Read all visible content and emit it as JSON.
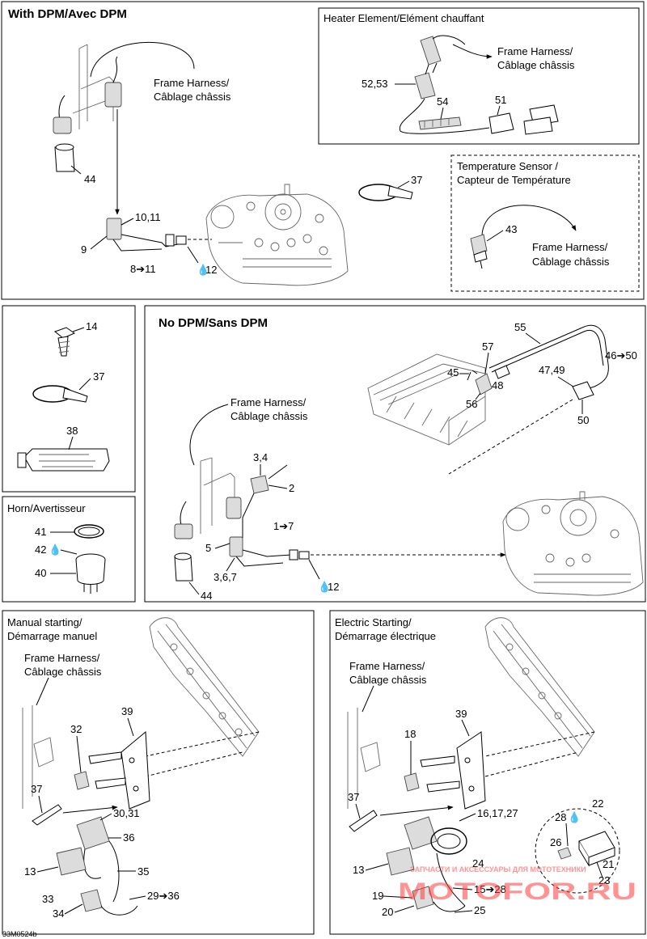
{
  "sections": {
    "dpm": {
      "title": "With DPM/Avec DPM",
      "frame_harness": [
        "Frame Harness/",
        "Câblage châssis"
      ],
      "labels": {
        "p44": "44",
        "p10_11": "10,11",
        "p9": "9",
        "p8_11": "8➔11",
        "p12": "12",
        "p37": "37"
      }
    },
    "heater": {
      "title": "Heater Element/Elément chauffant",
      "frame_harness": [
        "Frame Harness/",
        "Câblage châssis"
      ],
      "labels": {
        "p52_53": "52,53",
        "p54": "54",
        "p51": "51"
      }
    },
    "temp": {
      "title": [
        "Temperature Sensor /",
        "Capteur de Température"
      ],
      "frame_harness": [
        "Frame Harness/",
        "Câblage châssis"
      ],
      "labels": {
        "p43": "43"
      }
    },
    "parts": {
      "labels": {
        "p14": "14",
        "p37": "37",
        "p38": "38"
      }
    },
    "horn": {
      "title": "Horn/Avertisseur",
      "labels": {
        "p41": "41",
        "p42": "42",
        "p40": "40"
      }
    },
    "nodpm": {
      "title": "No DPM/Sans DPM",
      "frame_harness": [
        "Frame Harness/",
        "Câblage châssis"
      ],
      "labels": {
        "p55": "55",
        "p57": "57",
        "p45": "45",
        "p48": "48",
        "p56": "56",
        "p47_49": "47,49",
        "p46_50": "46➔50",
        "p50": "50",
        "p3_4": "3,4",
        "p2": "2",
        "p1_7": "1➔7",
        "p5": "5",
        "p3_6_7": "3,6,7",
        "p12": "12",
        "p44": "44"
      }
    },
    "manual": {
      "title": [
        "Manual starting/",
        "Démarrage manuel"
      ],
      "frame_harness": [
        "Frame Harness/",
        "Câblage châssis"
      ],
      "labels": {
        "p39": "39",
        "p32": "32",
        "p37": "37",
        "p30_31": "30,31",
        "p36": "36",
        "p13": "13",
        "p35": "35",
        "p33": "33",
        "p34": "34",
        "p29_36": "29➔36"
      }
    },
    "electric": {
      "title": [
        "Electric Starting/",
        "Démarrage électrique"
      ],
      "frame_harness": [
        "Frame Harness/",
        "Câblage châssis"
      ],
      "labels": {
        "p39": "39",
        "p18": "18",
        "p37": "37",
        "p16_17_27": "16,17,27",
        "p22": "22",
        "p28": "28",
        "p26": "26",
        "p21": "21",
        "p23": "23",
        "p13": "13",
        "p24": "24",
        "p15_28": "15➔28",
        "p19": "19",
        "p20": "20",
        "p25": "25"
      }
    }
  },
  "footer": {
    "code": "33M0524b"
  },
  "watermark": {
    "line1": "ЗАПЧАСТИ И АКСЕССУАРЫ ДЛЯ МОТОТЕХНИКИ",
    "line2": "MOTOFOR.RU",
    "color": "#ff3b3b"
  }
}
